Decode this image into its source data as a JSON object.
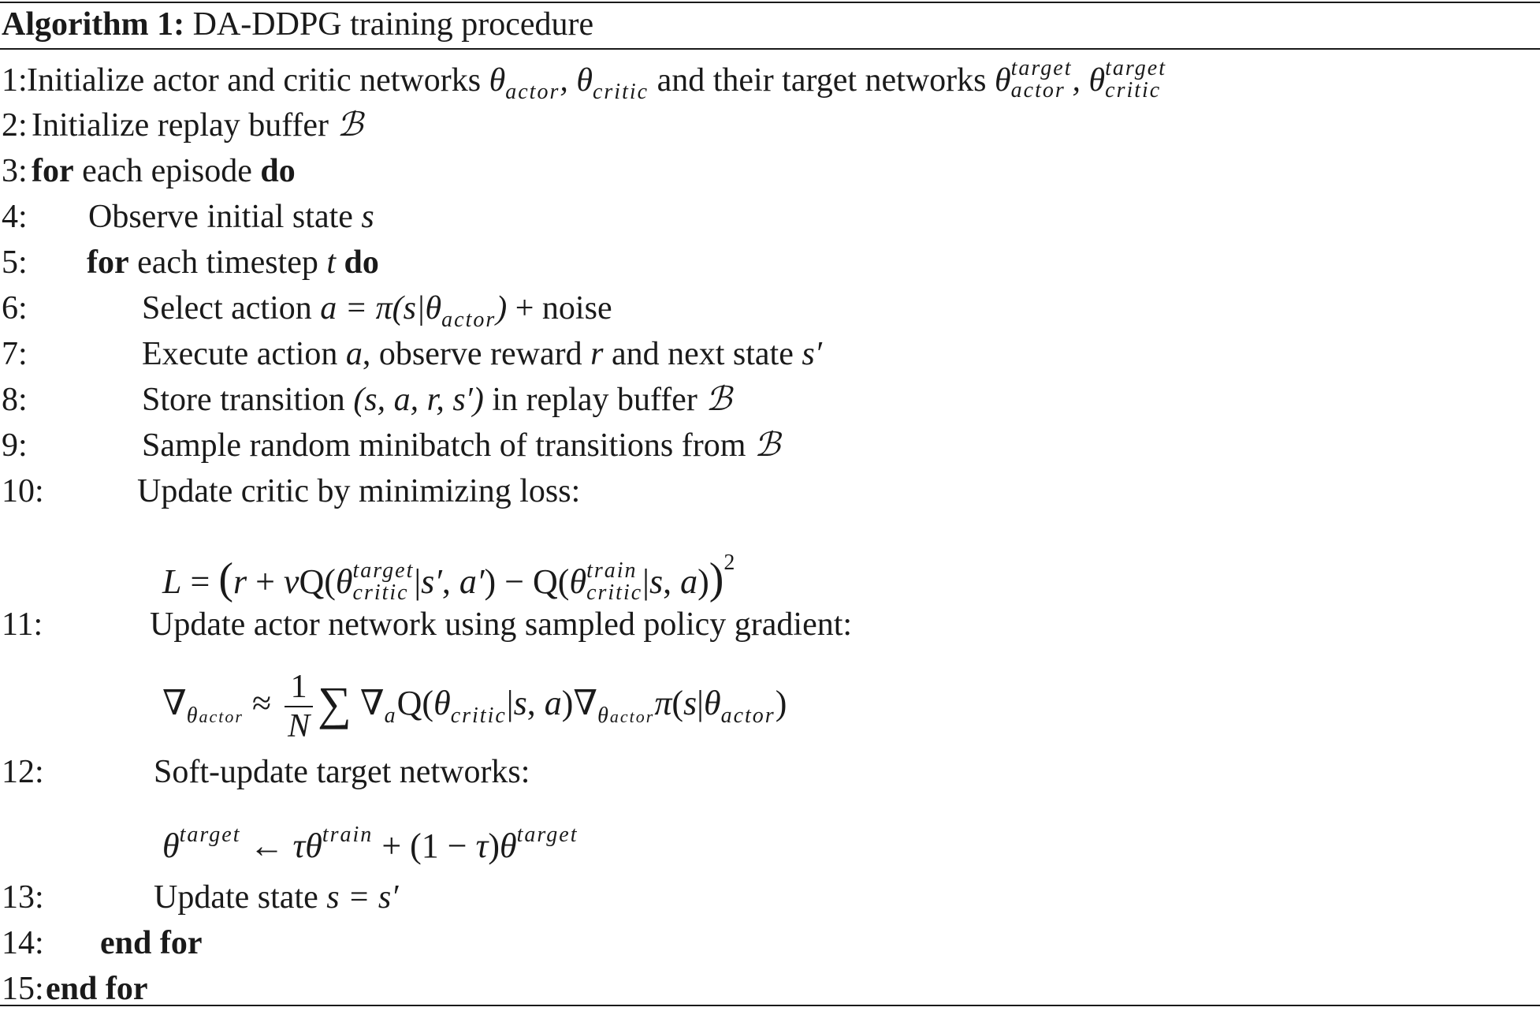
{
  "algorithm": {
    "label": "Algorithm 1:",
    "title": "DA-DDPG training procedure"
  },
  "lines": {
    "l1": {
      "num": "1:",
      "text_a": "Initialize actor and critic networks",
      "text_b": "and their target networks"
    },
    "l2": {
      "num": "2:",
      "text": "Initialize replay buffer"
    },
    "l3": {
      "num": "3:",
      "kw_for": "for",
      "text": "each episode",
      "kw_do": "do"
    },
    "l4": {
      "num": "4:",
      "text": "Observe initial state"
    },
    "l5": {
      "num": "5:",
      "kw_for": "for",
      "text": "each timestep",
      "kw_do": "do"
    },
    "l6": {
      "num": "6:",
      "text_a": "Select action",
      "text_b": "+ noise"
    },
    "l7": {
      "num": "7:",
      "text_a": "Execute action",
      "text_b": ", observe reward",
      "text_c": "and next state"
    },
    "l8": {
      "num": "8:",
      "text_a": "Store transition",
      "tuple": "(s, a, r, s′)",
      "text_b": "in replay buffer"
    },
    "l9": {
      "num": "9:",
      "text": "Sample random minibatch of transitions from"
    },
    "l10": {
      "num": "10:",
      "text": "Update critic by minimizing loss:"
    },
    "l11": {
      "num": "11:",
      "text": "Update actor network using sampled policy gradient:"
    },
    "l12": {
      "num": "12:",
      "text": "Soft-update target networks:"
    },
    "l13": {
      "num": "13:",
      "text": "Update state"
    },
    "l14": {
      "num": "14:",
      "kw": "end for"
    },
    "l15": {
      "num": "15:",
      "kw": "end for"
    }
  },
  "symbols": {
    "theta": "θ",
    "actor": "actor",
    "critic": "critic",
    "target": "target",
    "train": "train",
    "buffer": "ℬ",
    "s": "s",
    "t": "t",
    "a": "a",
    "r": "r",
    "s_prime": "s′",
    "one": "1",
    "N": "N"
  }
}
